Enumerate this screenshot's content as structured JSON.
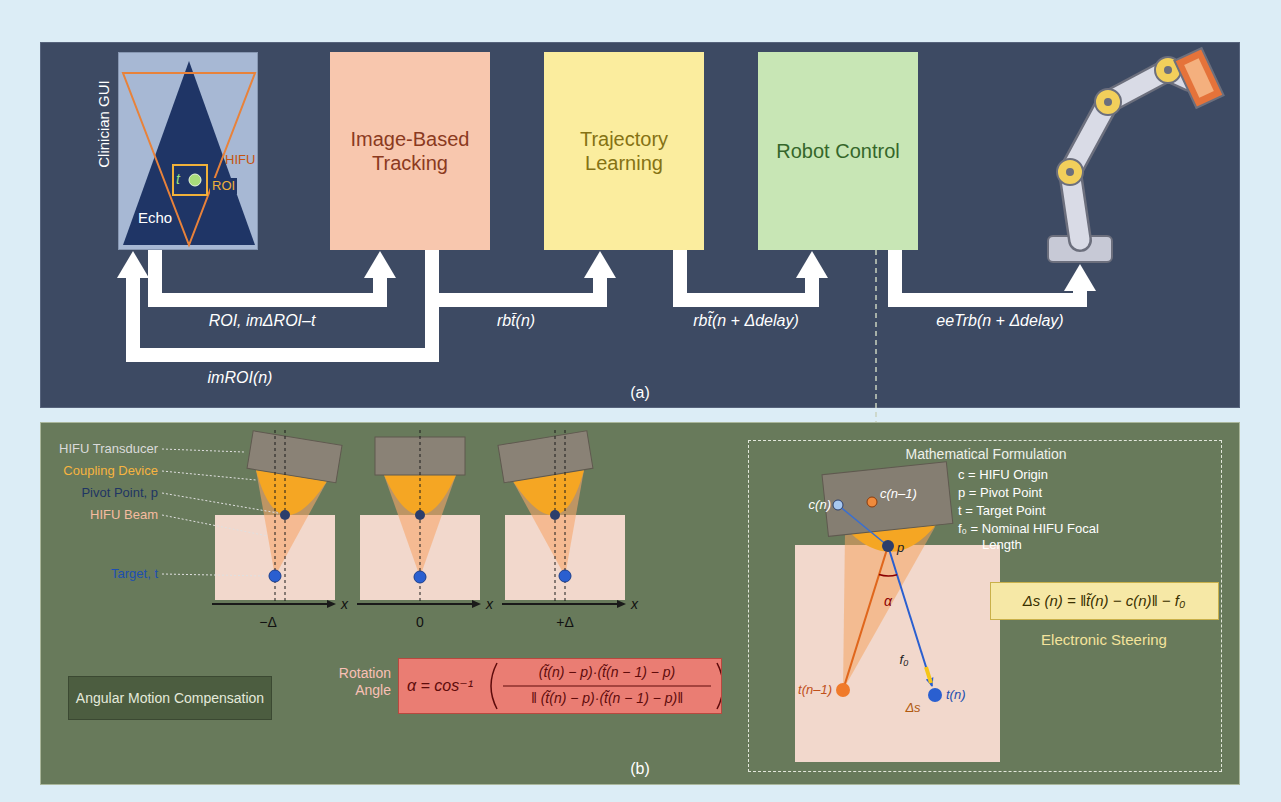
{
  "diagram": {
    "nodes": [
      {
        "text": [
          "(a)"
        ]
      },
      {
        "text": [
          "Clinician GUI"
        ],
        "in": 0
      },
      {
        "text": [
          "Image-Based Tracking"
        ],
        "in": 0
      },
      {
        "text": [
          "Trajectory Learning"
        ],
        "in": 0
      },
      {
        "text": [
          "Robot Control"
        ],
        "in": 0
      },
      {
        "text": [
          "(b)"
        ]
      },
      {
        "text": [
          "Angular Motion Compensation"
        ],
        "in": 5
      },
      {
        "text": [
          "Rotation Angle",
          "α = cos⁻¹",
          "(t̃(n) − p)·(t̃(n − 1) − p)",
          "‖ (t̃(n) − p)·(t̃(n − 1) − p)‖"
        ],
        "in": 5
      },
      {
        "text": [
          "Mathematical Formulation",
          "c = HIFU Origin",
          "p = Pivot Point",
          "t = Target Point",
          "f₀ = Nominal HIFU Focal Length"
        ],
        "in": 5
      },
      {
        "text": [
          "Δs (n) = ‖t̃(n) − c(n)‖ − f₀",
          "Electronic Steering"
        ],
        "in": 8
      }
    ],
    "edges": [
      {
        "from": 1,
        "to": 2,
        "arrow": "to",
        "label": "ROI, imΔROI–t"
      },
      {
        "from": 2,
        "to": 1,
        "arrow": "to",
        "label": "imROI(n)"
      },
      {
        "from": 2,
        "to": 3,
        "arrow": "to",
        "label": "rbt̄(n)"
      },
      {
        "from": 3,
        "to": 4,
        "arrow": "to",
        "label": "rbt̃(n + Δdelay)"
      }
    ],
    "labels": [
      "Echo",
      "HIFU",
      "ROI",
      "t",
      "eeTrb(n + Δdelay)",
      "HIFU Transducer",
      "Coupling Device",
      "Pivot Point, p",
      "HIFU Beam",
      "Target, t",
      "−Δ",
      "x",
      "0",
      "x",
      "+Δ",
      "x",
      "c(n)",
      "c(n–1)",
      "p",
      "α",
      "f₀",
      "t(n–1)",
      "t(n)",
      "Δs"
    ]
  }
}
